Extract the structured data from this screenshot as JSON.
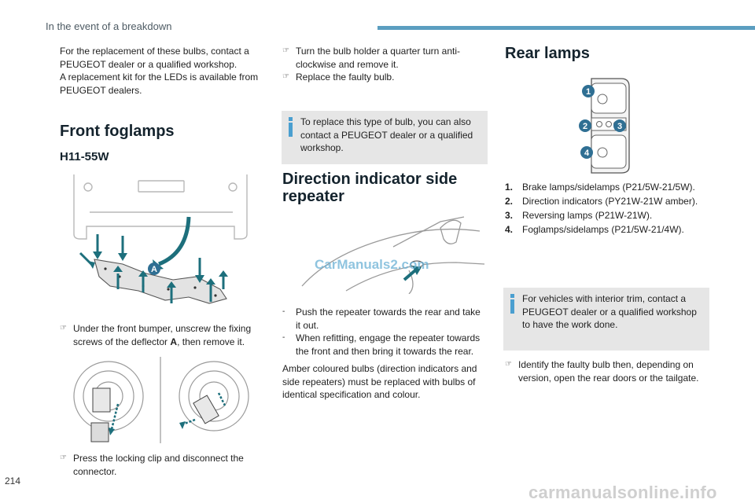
{
  "header": {
    "section_title": "In the event of a breakdown"
  },
  "page_number": "214",
  "watermark": "carmanualsonline.info",
  "figure_watermark": "CarManuals2.com",
  "left": {
    "intro_lines": [
      "For the replacement of these bulbs, contact a",
      "PEUGEOT dealer or a qualified workshop.",
      "A replacement kit for the LEDs is available from",
      "PEUGEOT dealers."
    ],
    "heading": "Front foglamps",
    "subheading": "H11-55W",
    "figure_label_a": "A",
    "step1_lines": [
      "Under the front bumper, unscrew the fixing",
      "screws of the deflector "
    ],
    "step1_bold": "A",
    "step1_tail": ", then remove it.",
    "step2_lines": [
      "Press the locking clip and disconnect the",
      "connector."
    ]
  },
  "middle": {
    "steps": [
      {
        "lines": [
          "Turn the bulb holder a quarter turn anti-",
          "clockwise and remove it."
        ]
      },
      {
        "lines": [
          "Replace the faulty bulb."
        ]
      }
    ],
    "info_lines": [
      "To replace this type of bulb, you can also",
      "contact a PEUGEOT dealer or a qualified",
      "workshop."
    ],
    "heading_lines": [
      "Direction indicator side",
      "repeater"
    ],
    "dash_steps": [
      {
        "lines": [
          "Push the repeater towards the rear and take",
          "it out."
        ]
      },
      {
        "lines": [
          "When refitting, engage the repeater towards",
          "the front and then bring it towards the rear."
        ]
      }
    ],
    "para_lines": [
      "Amber coloured bulbs (direction indicators and",
      "side repeaters) must be replaced with bulbs of",
      "identical specification and colour."
    ]
  },
  "right": {
    "heading": "Rear lamps",
    "callouts": [
      "1",
      "2",
      "3",
      "4"
    ],
    "items": [
      {
        "num": "1.",
        "text": "Brake lamps/sidelamps (P21/5W-21/5W)."
      },
      {
        "num": "2.",
        "text": "Direction indicators (PY21W-21W amber)."
      },
      {
        "num": "3.",
        "text": "Reversing lamps (P21W-21W)."
      },
      {
        "num": "4.",
        "text": "Foglamps/sidelamps (P21/5W-21/4W)."
      }
    ],
    "info_lines": [
      "For vehicles with interior trim, contact a",
      "PEUGEOT dealer or a qualified workshop",
      "to have the work done."
    ],
    "step_lines": [
      "Identify the faulty bulb then, depending on",
      "version, open the rear doors or the tailgate."
    ]
  },
  "icons": {
    "bullet": "finger-pointer-icon",
    "info": "info-icon"
  },
  "colors": {
    "accent": "#5b9ec0",
    "info_blue": "#4a9fd0",
    "callout": "#2f6f93",
    "arrow": "#1d6f7c"
  }
}
